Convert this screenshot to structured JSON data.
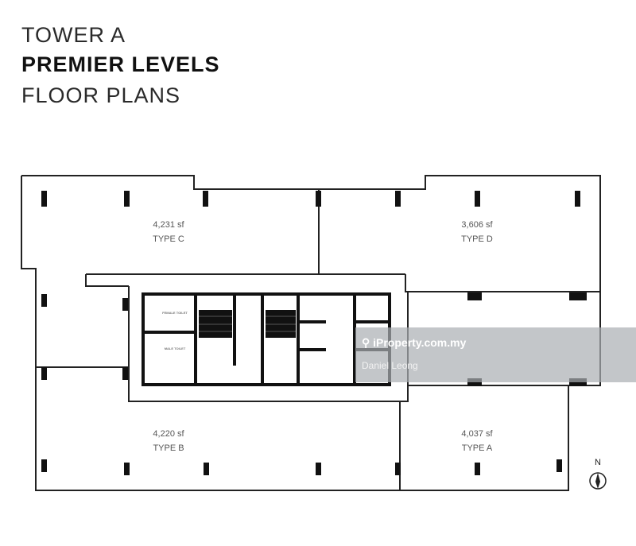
{
  "header": {
    "line1": "TOWER A",
    "line2": "PREMIER LEVELS",
    "line3": "FLOOR PLANS"
  },
  "units": [
    {
      "area": "4,231 sf",
      "type": "TYPE C"
    },
    {
      "area": "3,606 sf",
      "type": "TYPE D"
    },
    {
      "area": "4,220 sf",
      "type": "TYPE B"
    },
    {
      "area": "4,037 sf",
      "type": "TYPE A"
    }
  ],
  "core": {
    "female_toilet": "FEMALE TOILET",
    "male_toilet": "MALE TOILET"
  },
  "compass": {
    "label": "N"
  },
  "watermark": {
    "site": "iProperty.com.my",
    "agent": "Daniel Leong",
    "icon": "location-pin-icon"
  }
}
